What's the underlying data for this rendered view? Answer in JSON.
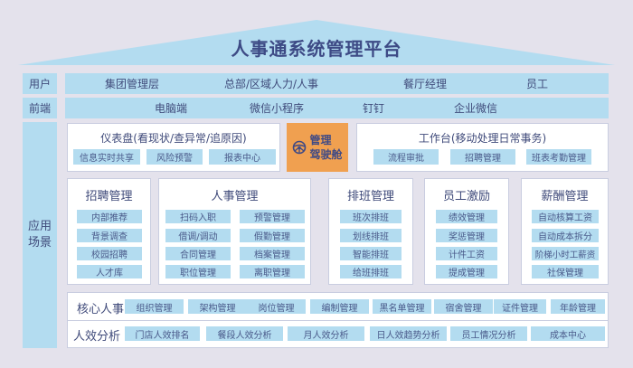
{
  "title": "人事通系统管理平台",
  "colors": {
    "background": "#e4e2ec",
    "band": "#b3dcf0",
    "cockpit": "#f0a050",
    "text": "#3f4a7a"
  },
  "users_row": {
    "label": "用户",
    "items": [
      "集团管理层",
      "总部/区域人力/人事",
      "餐厅经理",
      "员工"
    ]
  },
  "frontend_row": {
    "label": "前端",
    "items": [
      "电脑端",
      "微信小程序",
      "钉钉",
      "企业微信"
    ]
  },
  "scenarios": {
    "label_line1": "应用",
    "label_line2": "场景"
  },
  "dashboard": {
    "title": "仪表盘(看现状/查异常/追原因)",
    "items": [
      "信息实时共享",
      "风险预警",
      "报表中心"
    ]
  },
  "cockpit": {
    "icon": "steering-wheel-icon",
    "line1": "管理",
    "line2": "驾驶舱"
  },
  "workbench": {
    "title": "工作台(移动处理日常事务)",
    "items": [
      "流程审批",
      "招聘管理",
      "班表考勤管理"
    ]
  },
  "modules": [
    {
      "title": "招聘管理",
      "items": [
        "内部推荐",
        "背景调查",
        "校园招聘",
        "人才库"
      ]
    },
    {
      "title": "人事管理",
      "items": [
        "扫码入职",
        "预警管理",
        "借调/调动",
        "假勤管理",
        "合同管理",
        "档案管理",
        "职位管理",
        "离职管理"
      ]
    },
    {
      "title": "排班管理",
      "items": [
        "班次排班",
        "划线排班",
        "智能排班",
        "给班排班"
      ]
    },
    {
      "title": "员工激励",
      "items": [
        "绩效管理",
        "奖惩管理",
        "计件工资",
        "提成管理"
      ]
    },
    {
      "title": "薪酬管理",
      "items": [
        "自动核算工资",
        "自动成本拆分",
        "阶梯小时工薪资",
        "社保管理"
      ]
    }
  ],
  "core_hr": {
    "label": "核心人事",
    "items": [
      "组织管理",
      "架构管理",
      "岗位管理",
      "编制管理",
      "黑名单管理",
      "宿舍管理",
      "证件管理",
      "年龄管理"
    ]
  },
  "efficiency": {
    "label": "人效分析",
    "items": [
      "门店人效排名",
      "餐段人效分析",
      "月人效分析",
      "日人效趋势分析",
      "员工情况分析",
      "成本中心"
    ]
  }
}
